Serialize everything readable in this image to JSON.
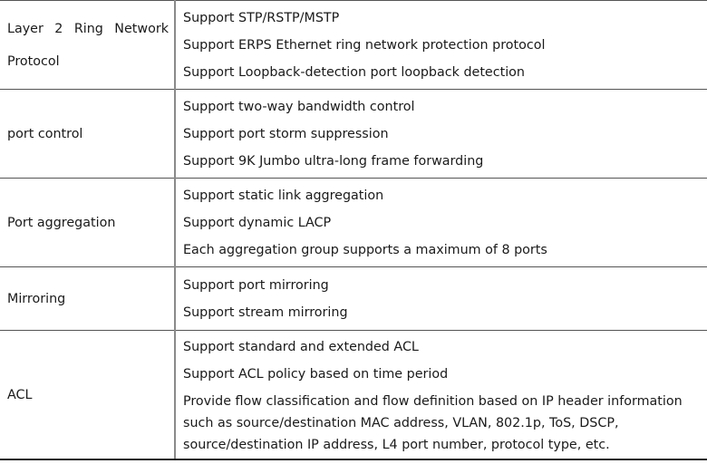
{
  "rows": [
    {
      "category": "Layer 2 Ring Network Protocol",
      "features": [
        "Support STP/RSTP/MSTP",
        "Support ERPS Ethernet ring network protection protocol",
        "Support Loopback-detection port loopback detection"
      ]
    },
    {
      "category": "port control",
      "features": [
        "Support two-way bandwidth control",
        "Support port storm suppression",
        "Support 9K Jumbo ultra-long frame forwarding"
      ]
    },
    {
      "category": "Port aggregation",
      "features": [
        "Support static link aggregation",
        "Support dynamic LACP",
        "Each aggregation group supports a maximum of 8 ports"
      ]
    },
    {
      "category": "Mirroring",
      "features": [
        "Support port mirroring",
        "Support stream mirroring"
      ]
    },
    {
      "category": "ACL",
      "features": [
        "Support standard and extended ACL",
        "Support ACL policy based on time period",
        "Provide flow classification and flow definition based on IP header information such as source/destination MAC address, VLAN, 802.1p, ToS, DSCP, source/destination IP address, L4 port number, protocol type, etc."
      ]
    }
  ]
}
